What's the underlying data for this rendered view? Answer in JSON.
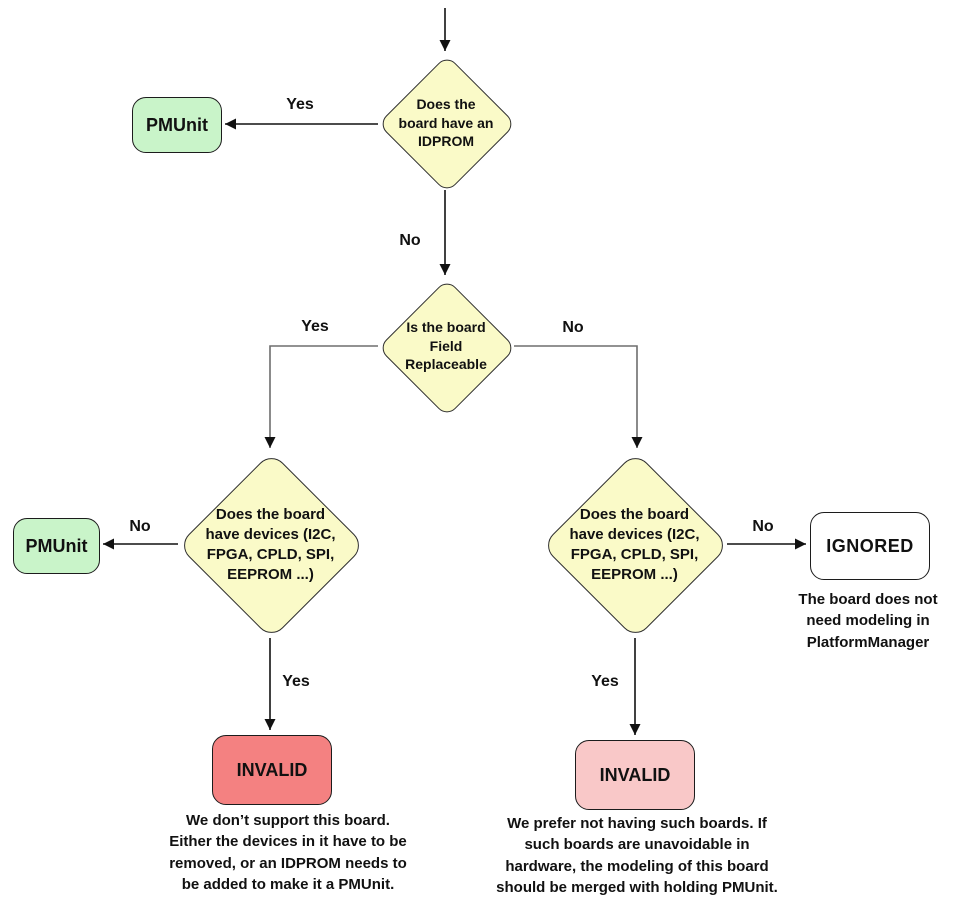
{
  "colors": {
    "decision_fill": "#FAFAC8",
    "pmunit_fill": "#C9F4C9",
    "invalid_strong_fill": "#F48181",
    "invalid_soft_fill": "#F9C8C8",
    "ignored_fill": "#FFFFFF",
    "node_stroke": "#1C1C1C",
    "connector_black": "#111111",
    "connector_gray": "#6E6E6E"
  },
  "nodes": {
    "decision_idprom": {
      "lines": [
        "Does the",
        "board have an",
        "IDPROM"
      ]
    },
    "decision_field_replaceable": {
      "lines": [
        "Is the board",
        "Field",
        "Replaceable"
      ]
    },
    "decision_devices_left": {
      "lines": [
        "Does the board",
        "have devices (I2C,",
        "FPGA, CPLD, SPI,",
        "EEPROM ...)"
      ]
    },
    "decision_devices_right": {
      "lines": [
        "Does the board",
        "have devices (I2C,",
        "FPGA, CPLD, SPI,",
        "EEPROM ...)"
      ]
    },
    "pmunit_top": {
      "label": "PMUnit"
    },
    "pmunit_left": {
      "label": "PMUnit"
    },
    "invalid_left": {
      "label": "INVALID"
    },
    "invalid_right": {
      "label": "INVALID"
    },
    "ignored": {
      "label": "IGNORED"
    }
  },
  "edge_labels": {
    "idprom_yes": "Yes",
    "idprom_no": "No",
    "field_yes": "Yes",
    "field_no": "No",
    "devices_left_no": "No",
    "devices_left_yes": "Yes",
    "devices_right_no": "No",
    "devices_right_yes": "Yes"
  },
  "captions": {
    "invalid_left": {
      "lines": [
        "We don’t support this board.",
        "Either the devices in it have to be",
        "removed, or an IDPROM needs to",
        "be added to make it a PMUnit."
      ]
    },
    "invalid_right": {
      "lines": [
        "We prefer not having such boards. If",
        "such boards are unavoidable in",
        "hardware, the modeling of this board",
        "should be merged with holding PMUnit."
      ]
    },
    "ignored": {
      "lines": [
        "The board does not",
        "need modeling in",
        "PlatformManager"
      ]
    }
  }
}
